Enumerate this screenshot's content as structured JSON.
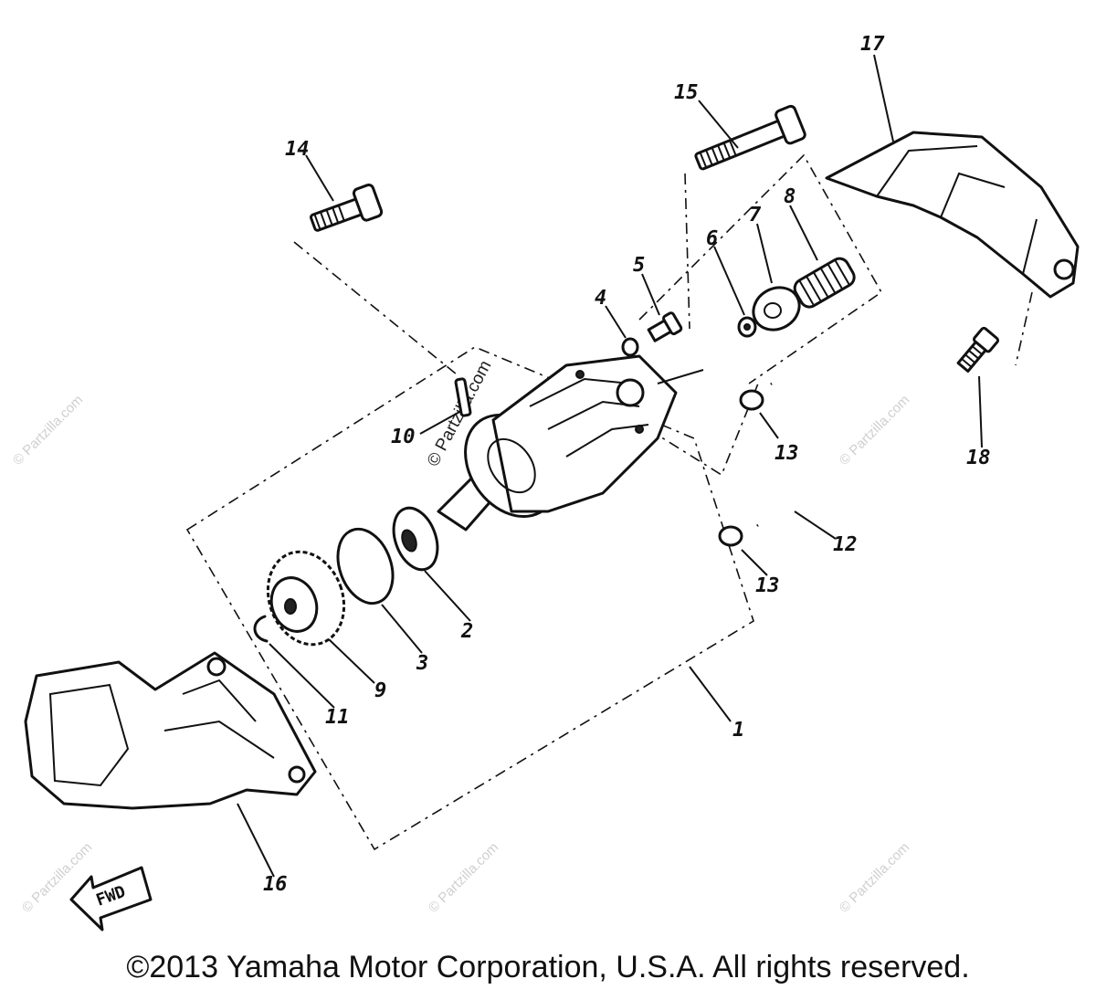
{
  "diagram": {
    "callouts": {
      "c1": "1",
      "c2": "2",
      "c3": "3",
      "c4": "4",
      "c5": "5",
      "c6": "6",
      "c7": "7",
      "c8": "8",
      "c9": "9",
      "c10": "10",
      "c11": "11",
      "c12": "12",
      "c13a": "13",
      "c13b": "13",
      "c14": "14",
      "c15": "15",
      "c16": "16",
      "c17": "17",
      "c18": "18"
    },
    "fwd_label": "FWD",
    "watermark": "© Partzilla.com"
  },
  "footer": {
    "copyright": "©2013  Yamaha Motor Corporation, U.S.A. All rights reserved."
  }
}
